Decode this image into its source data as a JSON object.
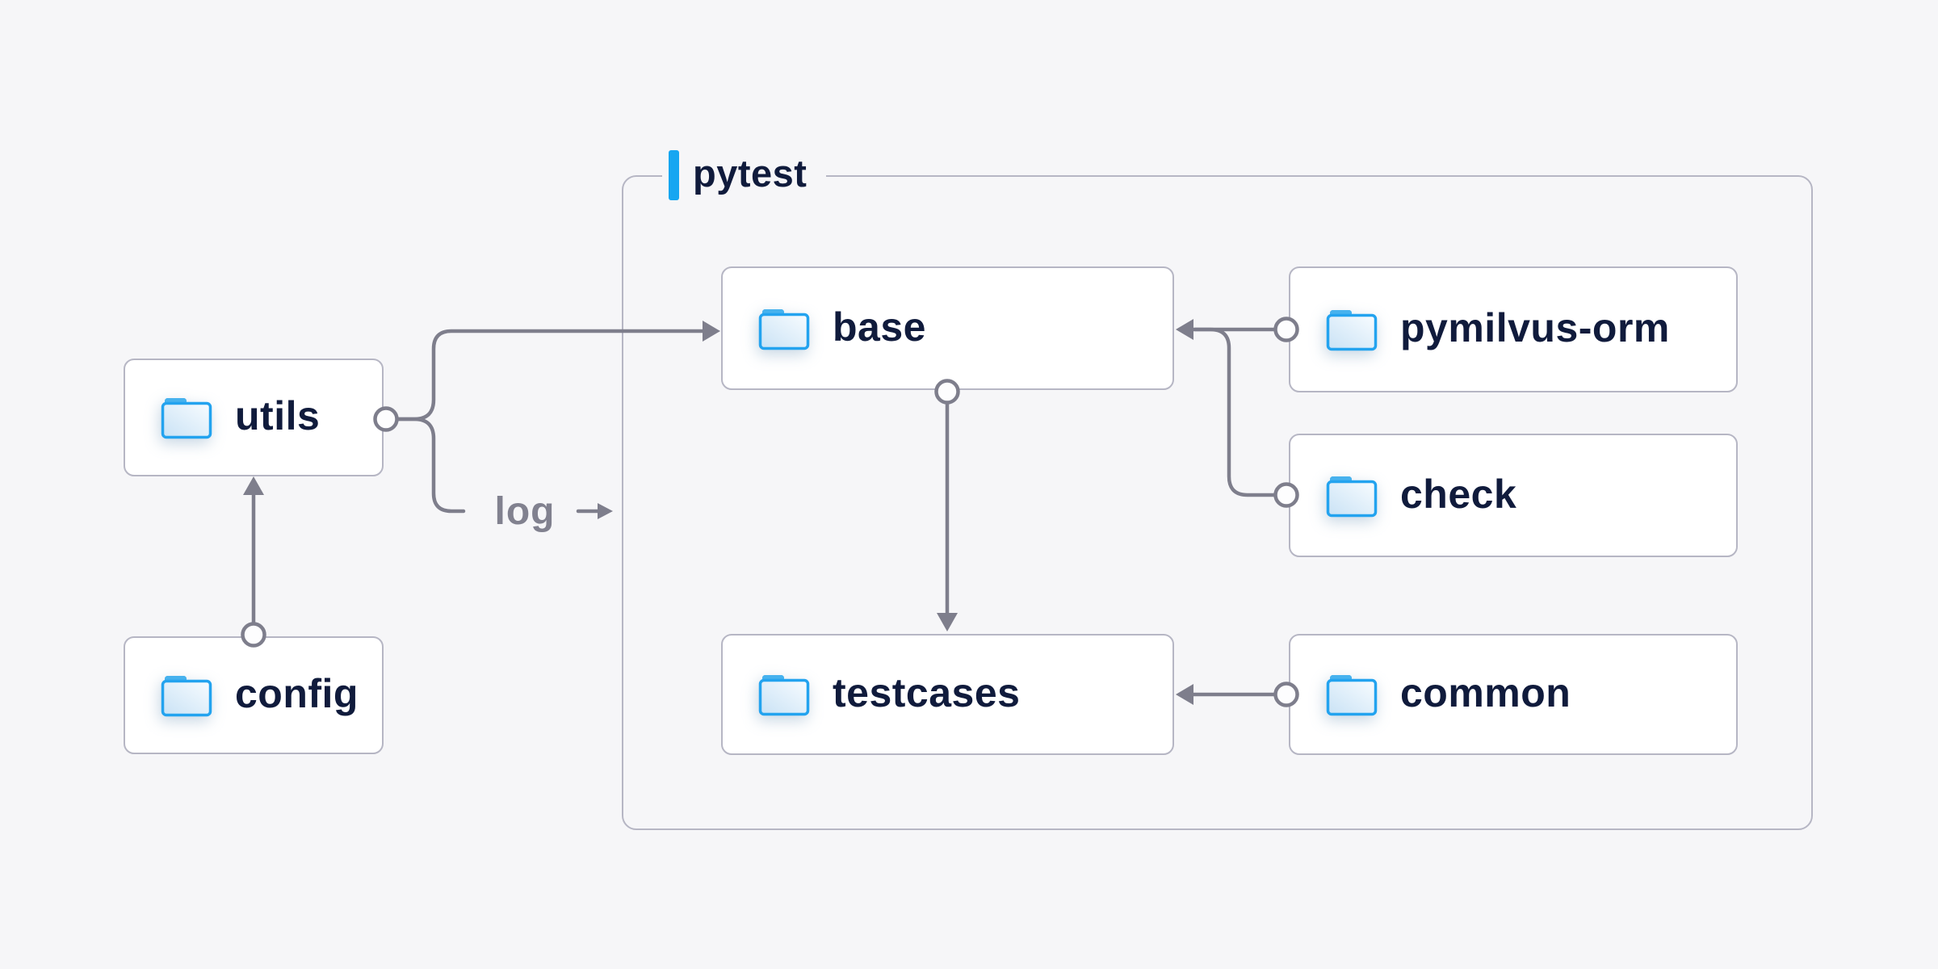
{
  "diagram": {
    "container_label": "pytest",
    "log_label": "log",
    "nodes": {
      "utils": {
        "label": "utils",
        "icon": "folder-icon"
      },
      "config": {
        "label": "config",
        "icon": "folder-icon"
      },
      "base": {
        "label": "base",
        "icon": "folder-icon"
      },
      "pymilvus_orm": {
        "label": "pymilvus-orm",
        "icon": "folder-icon"
      },
      "check": {
        "label": "check",
        "icon": "folder-icon"
      },
      "testcases": {
        "label": "testcases",
        "icon": "folder-icon"
      },
      "common": {
        "label": "common",
        "icon": "folder-icon"
      }
    },
    "edges": [
      {
        "from": "config",
        "to": "utils",
        "type": "arrow"
      },
      {
        "from": "utils",
        "to": "base",
        "type": "arrow"
      },
      {
        "from": "utils",
        "to": "log",
        "type": "labeled-arrow",
        "label": "log"
      },
      {
        "from": "pymilvus-orm",
        "to": "base",
        "type": "arrow"
      },
      {
        "from": "check",
        "to": "base",
        "type": "arrow-merge"
      },
      {
        "from": "base",
        "to": "testcases",
        "type": "arrow"
      },
      {
        "from": "common",
        "to": "testcases",
        "type": "arrow"
      }
    ],
    "colors": {
      "background": "#f6f6f8",
      "node_fill": "#ffffff",
      "node_border": "#b6b6c4",
      "container_border": "#b6b6c4",
      "connector": "#7e7e8c",
      "accent_blue": "#16a6f1",
      "label_text": "#101b3c",
      "log_text": "#81818f",
      "folder_stroke": "#23a3ef",
      "folder_tab": "#1e96df"
    }
  }
}
